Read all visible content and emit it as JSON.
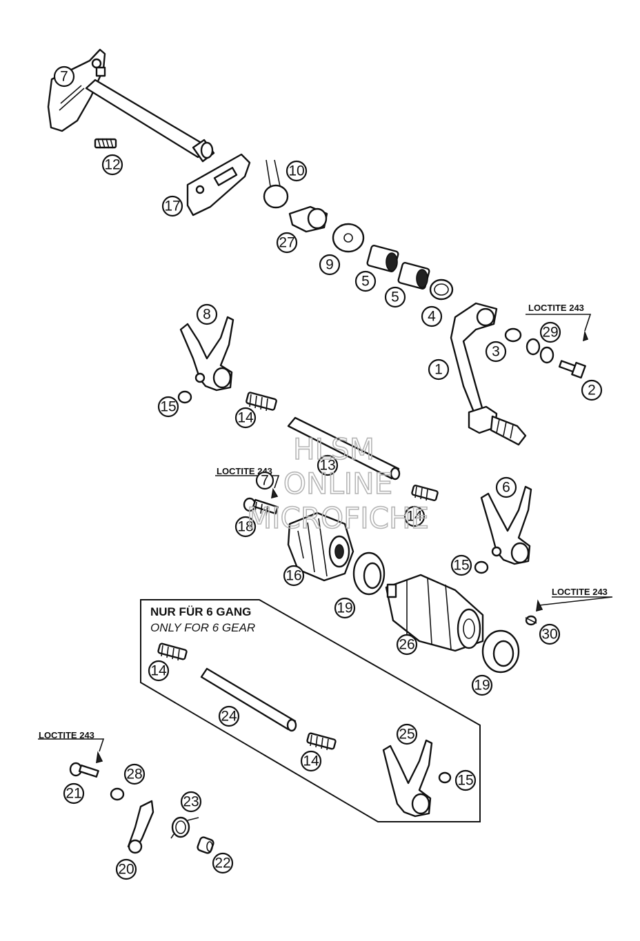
{
  "box_note": {
    "title": "NUR FÜR 6 GANG",
    "subtitle": "ONLY FOR 6 GEAR"
  },
  "loctite_notes": [
    "LOCTITE 243",
    "LOCTITE 243",
    "LOCTITE 243",
    "LOCTITE 243"
  ],
  "watermark": {
    "line1": "HLSM",
    "line2": "ONLINE",
    "line3": "MICROFICHE"
  },
  "callouts": [
    {
      "label": "7"
    },
    {
      "label": "12"
    },
    {
      "label": "10"
    },
    {
      "label": "17"
    },
    {
      "label": "27"
    },
    {
      "label": "9"
    },
    {
      "label": "5"
    },
    {
      "label": "5"
    },
    {
      "label": "4"
    },
    {
      "label": "8"
    },
    {
      "label": "3"
    },
    {
      "label": "29"
    },
    {
      "label": "1"
    },
    {
      "label": "2"
    },
    {
      "label": "15"
    },
    {
      "label": "14"
    },
    {
      "label": "13"
    },
    {
      "label": "7"
    },
    {
      "label": "18"
    },
    {
      "label": "14"
    },
    {
      "label": "6"
    },
    {
      "label": "16"
    },
    {
      "label": "15"
    },
    {
      "label": "19"
    },
    {
      "label": "26"
    },
    {
      "label": "30"
    },
    {
      "label": "19"
    },
    {
      "label": "14"
    },
    {
      "label": "24"
    },
    {
      "label": "25"
    },
    {
      "label": "14"
    },
    {
      "label": "15"
    },
    {
      "label": "21"
    },
    {
      "label": "28"
    },
    {
      "label": "23"
    },
    {
      "label": "20"
    },
    {
      "label": "22"
    }
  ]
}
